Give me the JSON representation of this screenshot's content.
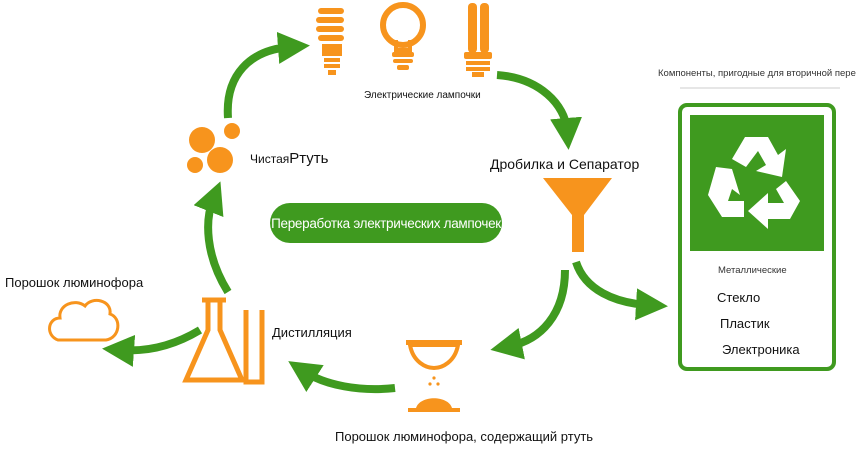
{
  "title": "Переработка электрических лампочек",
  "nodes": {
    "bulbs": "Электрические лампочки",
    "crusher": "Дробилка и Сепаратор",
    "powder_mercury": "Порошок люминофора, содержащий ртуть",
    "distillation": "Дистилляция",
    "phosphor_powder": "Порошок люминофора",
    "mercury_prefix": "Чистая",
    "mercury": "Ртуть"
  },
  "recyclables": {
    "heading": "Компоненты, пригодные для вторичной переработки",
    "items": [
      "Металлические",
      "Стекло",
      "Пластик",
      "Электроника"
    ]
  },
  "colors": {
    "orange": "#f7941d",
    "green": "#3f9a1f"
  }
}
